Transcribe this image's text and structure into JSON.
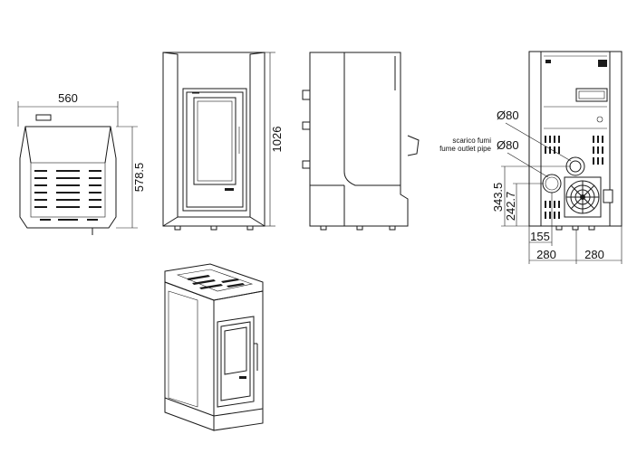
{
  "top_view": {
    "width_label": "560",
    "depth_label": "578.5"
  },
  "front_view": {
    "height_label": "1026"
  },
  "rear_view": {
    "flue_top_label": "Ø80",
    "fume_label_it": "scarico fumi",
    "fume_label_en": "fume outlet pipe",
    "flue_mid_label": "Ø80",
    "h1_label": "343.5",
    "h2_label": "242.7",
    "offset_label": "155",
    "half_left_label": "280",
    "half_right_label": "280"
  }
}
